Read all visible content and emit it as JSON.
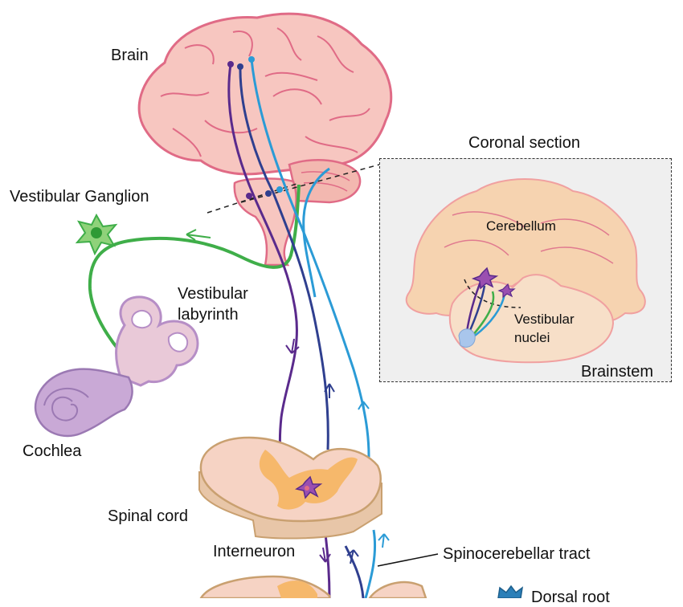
{
  "labels": {
    "brain": "Brain",
    "coronal_section": "Coronal section",
    "vestibular_ganglion": "Vestibular Ganglion",
    "cerebellum": "Cerebellum",
    "vestibular_labyrinth_line1": "Vestibular",
    "vestibular_labyrinth_line2": "labyrinth",
    "vestibular_nuclei_line1": "Vestibular",
    "vestibular_nuclei_line2": "nuclei",
    "brainstem": "Brainstem",
    "cochlea": "Cochlea",
    "spinal_cord": "Spinal cord",
    "interneuron": "Interneuron",
    "spinocerebellar_tract": "Spinocerebellar tract",
    "dorsal_root": "Dorsal root"
  },
  "colors": {
    "brain_fill": "#f7c6c0",
    "brain_outline": "#e06b86",
    "cerebellum_fill": "#f3c9a6",
    "pathway_purple": "#5a2a8c",
    "pathway_navy": "#2f3f8f",
    "pathway_blue": "#2b9bd6",
    "pathway_green": "#3fae49",
    "cochlea_fill": "#c9a9d6",
    "spinal_gray_matter": "#f6b86b",
    "spinal_white_matter": "#f6d3c4",
    "inset_background": "#efefef"
  }
}
